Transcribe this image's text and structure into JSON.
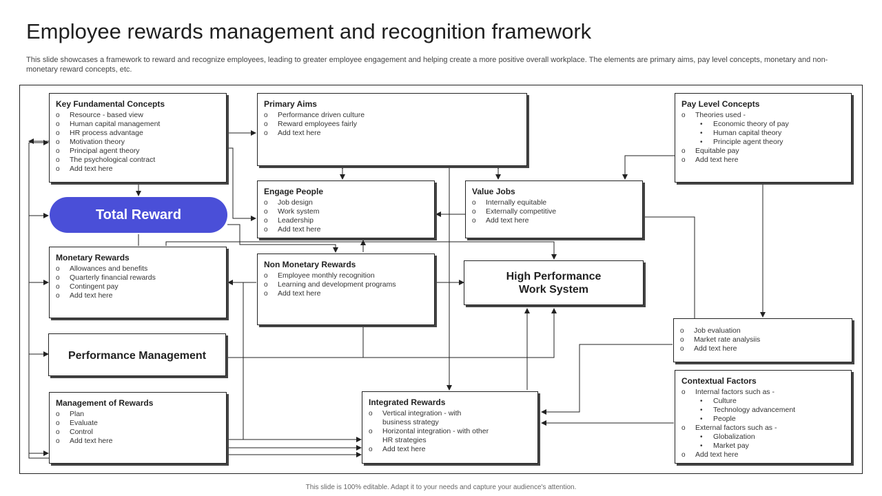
{
  "title": "Employee rewards management and recognition framework",
  "description": "This slide showcases a framework to reward and recognize employees, leading to greater employee engagement and helping create a more positive overall workplace. The elements are primary aims, pay level concepts, monetary and non-monetary reward concepts, etc.",
  "key_concepts": {
    "heading": "Key Fundamental Concepts",
    "items": [
      "Resource - based view",
      "Human capital management",
      "HR process advantage",
      "Motivation theory",
      "Principal agent theory",
      "The psychological contract",
      "Add text here"
    ]
  },
  "total_reward": "Total Reward",
  "monetary": {
    "heading": "Monetary Rewards",
    "items": [
      "Allowances and benefits",
      "Quarterly financial rewards",
      "Contingent pay",
      "Add text here"
    ]
  },
  "performance_management": "Performance Management",
  "management_of_rewards": {
    "heading": "Management of Rewards",
    "items": [
      "Plan",
      "Evaluate",
      "Control",
      "Add text here"
    ]
  },
  "primary_aims": {
    "heading": "Primary Aims",
    "items": [
      "Performance driven culture",
      "Reward employees fairly",
      "Add text here"
    ]
  },
  "engage_people": {
    "heading": "Engage People",
    "items": [
      "Job design",
      "Work system",
      "Leadership",
      "Add text here"
    ]
  },
  "value_jobs": {
    "heading": "Value Jobs",
    "items": [
      "Internally equitable",
      "Externally competitive",
      "Add text here"
    ]
  },
  "non_monetary": {
    "heading": "Non Monetary Rewards",
    "items": [
      "Employee monthly recognition",
      "Learning and development programs",
      "Add text here"
    ]
  },
  "high_performance": {
    "line1": "High Performance",
    "line2": "Work System"
  },
  "integrated_rewards": {
    "heading": "Integrated Rewards",
    "item1_line1": "Vertical integration - with",
    "item1_line2": "business strategy",
    "item2_line1": "Horizontal integration - with other",
    "item2_line2": "HR strategies",
    "item3": "Add text here"
  },
  "pay_level": {
    "heading": "Pay Level Concepts",
    "theories_label": "Theories used -",
    "theories": [
      "Economic theory of pay",
      "Human capital theory",
      "Principle agent theory"
    ],
    "item2": "Equitable pay",
    "item3": "Add text here"
  },
  "job_evaluation": {
    "items": [
      "Job evaluation",
      "Market rate analysiis",
      "Add text here"
    ]
  },
  "contextual": {
    "heading": "Contextual Factors",
    "internal_label": "Internal factors such as -",
    "internal": [
      "Culture",
      "Technology advancement",
      "People"
    ],
    "external_label": "External factors such as -",
    "external": [
      "Globalization",
      "Market pay"
    ],
    "last": "Add text here"
  },
  "footer": "This slide is 100% editable. Adapt it to your needs and capture your audience's attention.",
  "colors": {
    "accent": "#4a4fd8",
    "line": "#222222"
  }
}
